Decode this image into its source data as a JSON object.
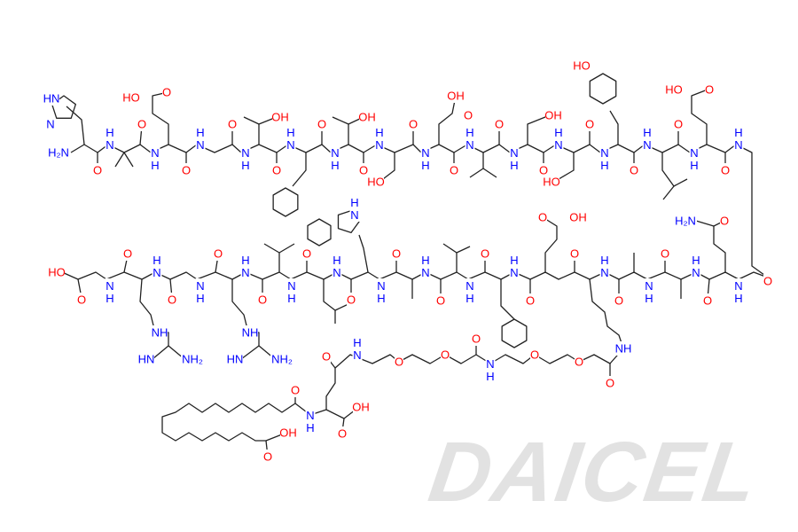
{
  "watermark": "DAICEL",
  "colors": {
    "bond": "#222222",
    "oxygen": "#ff0000",
    "nitrogen": "#0000ff",
    "watermark": "#d9d9d9"
  },
  "atoms": [
    "HN",
    "N",
    "H₂N",
    "O",
    "NH",
    "O",
    "HO",
    "O",
    "NH",
    "O",
    "NH",
    "O",
    "NH",
    "OH",
    "O",
    "NH",
    "O",
    "NH",
    "OH",
    "O",
    "NH",
    "HO",
    "O",
    "OH",
    "O",
    "NH",
    "O",
    "NH",
    "O",
    "NH",
    "OH",
    "O",
    "NH",
    "HO",
    "O",
    "NH",
    "HO",
    "O",
    "NH",
    "O",
    "NH",
    "HO",
    "O",
    "O",
    "NH",
    "HO",
    "O",
    "NH",
    "O",
    "NH",
    "O",
    "NH",
    "O",
    "NH",
    "O",
    "NH",
    "O",
    "NH",
    "O",
    "NH",
    "NH",
    "O",
    "NH",
    "O",
    "NH",
    "O",
    "NH",
    "O",
    "O",
    "OH",
    "O",
    "NH",
    "O",
    "NH",
    "O",
    "NH",
    "O",
    "H₂N",
    "O",
    "NH",
    "O",
    "NH",
    "HN",
    "NH₂",
    "NH",
    "HN",
    "NH₂",
    "O",
    "NH",
    "O",
    "O",
    "O",
    "NH",
    "O",
    "O",
    "NH",
    "O",
    "O",
    "NH",
    "OH",
    "O",
    "OH",
    "O"
  ]
}
